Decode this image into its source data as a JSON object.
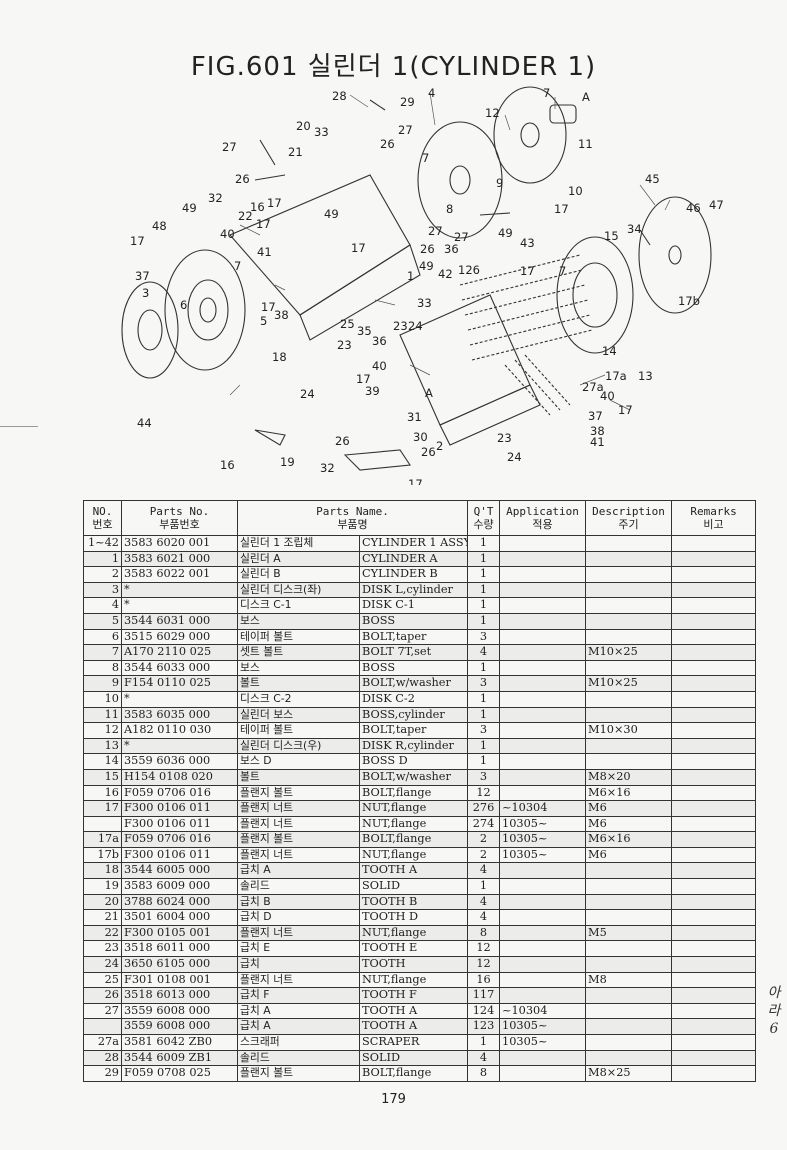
{
  "title": "FIG.601 실린더 1(CYLINDER 1)",
  "callouts": [
    "28",
    "29",
    "4",
    "7",
    "A",
    "12",
    "11",
    "20",
    "33",
    "27",
    "26",
    "27",
    "21",
    "7",
    "9",
    "10",
    "45",
    "46",
    "47",
    "26",
    "32",
    "16",
    "17",
    "49",
    "8",
    "17",
    "15",
    "34",
    "22",
    "17",
    "27",
    "48",
    "49",
    "40",
    "41",
    "17",
    "26",
    "36",
    "27",
    "49",
    "43",
    "17",
    "37",
    "7",
    "1",
    "49",
    "42",
    "126",
    "17",
    "7",
    "3",
    "6",
    "5",
    "17",
    "38",
    "25",
    "35",
    "33",
    "23",
    "24",
    "14",
    "17b",
    "18",
    "23",
    "36",
    "17",
    "40",
    "17a",
    "13",
    "24",
    "39",
    "27a",
    "40",
    "17",
    "A",
    "37",
    "44",
    "31",
    "38",
    "41",
    "26",
    "30",
    "23",
    "16",
    "19",
    "26",
    "2",
    "24",
    "32",
    "17"
  ],
  "table": {
    "headers": [
      {
        "en": "NO.",
        "ko": "번호"
      },
      {
        "en": "Parts No.",
        "ko": "부품번호"
      },
      {
        "en": "Parts Name.",
        "ko": "부품명"
      },
      {
        "en": "Q'T",
        "ko": "수량"
      },
      {
        "en": "Application",
        "ko": "적용"
      },
      {
        "en": "Description",
        "ko": "주기"
      },
      {
        "en": "Remarks",
        "ko": "비고"
      }
    ],
    "rows": [
      {
        "no": "1~42",
        "part": "3583 6020 001",
        "ko": "실린더 1 조립체",
        "en": "CYLINDER 1 ASSY",
        "qt": "1",
        "app": "",
        "desc": ""
      },
      {
        "no": "1",
        "part": "3583 6021 000",
        "ko": "실린더 A",
        "en": "CYLINDER A",
        "qt": "1",
        "app": "",
        "desc": ""
      },
      {
        "no": "2",
        "part": "3583 6022 001",
        "ko": "실린더 B",
        "en": "CYLINDER B",
        "qt": "1",
        "app": "",
        "desc": ""
      },
      {
        "no": "3",
        "part": "*",
        "ko": "실린더 디스크(좌)",
        "en": "DISK L,cylinder",
        "qt": "1",
        "app": "",
        "desc": ""
      },
      {
        "no": "4",
        "part": "*",
        "ko": "디스크 C-1",
        "en": "DISK C-1",
        "qt": "1",
        "app": "",
        "desc": ""
      },
      {
        "no": "5",
        "part": "3544 6031 000",
        "ko": "보스",
        "en": "BOSS",
        "qt": "1",
        "app": "",
        "desc": ""
      },
      {
        "no": "6",
        "part": "3515 6029 000",
        "ko": "테이퍼 볼트",
        "en": "BOLT,taper",
        "qt": "3",
        "app": "",
        "desc": ""
      },
      {
        "no": "7",
        "part": "A170 2110 025",
        "ko": "셋트 볼트",
        "en": "BOLT 7T,set",
        "qt": "4",
        "app": "",
        "desc": "M10×25"
      },
      {
        "no": "8",
        "part": "3544 6033 000",
        "ko": "보스",
        "en": "BOSS",
        "qt": "1",
        "app": "",
        "desc": ""
      },
      {
        "no": "9",
        "part": "F154 0110 025",
        "ko": "볼트",
        "en": "BOLT,w/washer",
        "qt": "3",
        "app": "",
        "desc": "M10×25"
      },
      {
        "no": "10",
        "part": "*",
        "ko": "디스크 C-2",
        "en": "DISK C-2",
        "qt": "1",
        "app": "",
        "desc": ""
      },
      {
        "no": "11",
        "part": "3583 6035 000",
        "ko": "실린더 보스",
        "en": "BOSS,cylinder",
        "qt": "1",
        "app": "",
        "desc": ""
      },
      {
        "no": "12",
        "part": "A182 0110 030",
        "ko": "테이퍼 볼트",
        "en": "BOLT,taper",
        "qt": "3",
        "app": "",
        "desc": "M10×30"
      },
      {
        "no": "13",
        "part": "*",
        "ko": "실린더 디스크(우)",
        "en": "DISK R,cylinder",
        "qt": "1",
        "app": "",
        "desc": ""
      },
      {
        "no": "14",
        "part": "3559 6036 000",
        "ko": "보스 D",
        "en": "BOSS D",
        "qt": "1",
        "app": "",
        "desc": ""
      },
      {
        "no": "15",
        "part": "H154 0108 020",
        "ko": "볼트",
        "en": "BOLT,w/washer",
        "qt": "3",
        "app": "",
        "desc": "M8×20"
      },
      {
        "no": "16",
        "part": "F059 0706 016",
        "ko": "플랜지 볼트",
        "en": "BOLT,flange",
        "qt": "12",
        "app": "",
        "desc": "M6×16"
      },
      {
        "no": "17",
        "part": "F300 0106 011",
        "ko": "플랜지 너트",
        "en": "NUT,flange",
        "qt": "276",
        "app": "~10304",
        "desc": "M6"
      },
      {
        "no": "",
        "part": "F300 0106 011",
        "ko": "플랜지 너트",
        "en": "NUT,flange",
        "qt": "274",
        "app": "10305~",
        "desc": "M6"
      },
      {
        "no": "17a",
        "part": "F059 0706 016",
        "ko": "플랜지 볼트",
        "en": "BOLT,flange",
        "qt": "2",
        "app": "10305~",
        "desc": "M6×16"
      },
      {
        "no": "17b",
        "part": "F300 0106 011",
        "ko": "플랜지 너트",
        "en": "NUT,flange",
        "qt": "2",
        "app": "10305~",
        "desc": "M6"
      },
      {
        "no": "18",
        "part": "3544 6005 000",
        "ko": "급치 A",
        "en": "TOOTH A",
        "qt": "4",
        "app": "",
        "desc": ""
      },
      {
        "no": "19",
        "part": "3583 6009 000",
        "ko": "솔리드",
        "en": "SOLID",
        "qt": "1",
        "app": "",
        "desc": ""
      },
      {
        "no": "20",
        "part": "3788 6024 000",
        "ko": "급치 B",
        "en": "TOOTH B",
        "qt": "4",
        "app": "",
        "desc": ""
      },
      {
        "no": "21",
        "part": "3501 6004 000",
        "ko": "급치 D",
        "en": "TOOTH D",
        "qt": "4",
        "app": "",
        "desc": ""
      },
      {
        "no": "22",
        "part": "F300 0105 001",
        "ko": "플랜지 너트",
        "en": "NUT,flange",
        "qt": "8",
        "app": "",
        "desc": "M5"
      },
      {
        "no": "23",
        "part": "3518 6011 000",
        "ko": "급치 E",
        "en": "TOOTH E",
        "qt": "12",
        "app": "",
        "desc": ""
      },
      {
        "no": "24",
        "part": "3650 6105 000",
        "ko": "급치",
        "en": "TOOTH",
        "qt": "12",
        "app": "",
        "desc": ""
      },
      {
        "no": "25",
        "part": "F301 0108 001",
        "ko": "플랜지 너트",
        "en": "NUT,flange",
        "qt": "16",
        "app": "",
        "desc": "M8"
      },
      {
        "no": "26",
        "part": "3518 6013 000",
        "ko": "급치 F",
        "en": "TOOTH F",
        "qt": "117",
        "app": "",
        "desc": ""
      },
      {
        "no": "27",
        "part": "3559 6008 000",
        "ko": "급치 A",
        "en": "TOOTH A",
        "qt": "124",
        "app": "~10304",
        "desc": ""
      },
      {
        "no": "",
        "part": "3559 6008 000",
        "ko": "급치 A",
        "en": "TOOTH A",
        "qt": "123",
        "app": "10305~",
        "desc": ""
      },
      {
        "no": "27a",
        "part": "3581 6042 ZB0",
        "ko": "스크래퍼",
        "en": "SCRAPER",
        "qt": "1",
        "app": "10305~",
        "desc": ""
      },
      {
        "no": "28",
        "part": "3544 6009 ZB1",
        "ko": "솔리드",
        "en": "SOLID",
        "qt": "4",
        "app": "",
        "desc": ""
      },
      {
        "no": "29",
        "part": "F059 0708 025",
        "ko": "플랜지 볼트",
        "en": "BOLT,flange",
        "qt": "8",
        "app": "",
        "desc": "M8×25"
      }
    ]
  },
  "page_number": "179",
  "handwritten_note": [
    "아",
    "라",
    "6"
  ]
}
